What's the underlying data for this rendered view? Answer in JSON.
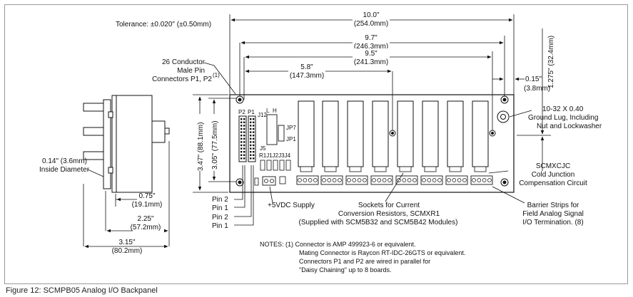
{
  "caption": "Figure 12: SCMPB05 Analog I/O Backpanel",
  "tolerance": "Tolerance: ±0.020\" (±0.50mm)",
  "dimensions": {
    "d_10_0": {
      "in": "10.0\"",
      "mm": "(254.0mm)"
    },
    "d_9_7": {
      "in": "9.7\"",
      "mm": "(246.3mm)"
    },
    "d_9_5": {
      "in": "9.5\"",
      "mm": "(241.3mm)"
    },
    "d_5_8": {
      "in": "5.8\"",
      "mm": "(147.3mm)"
    },
    "d_0_15": {
      "in": "0.15\"",
      "mm": "(3.8mm)"
    },
    "d_1_275": "1.275\" (32.4mm)",
    "d_3_47": "3.47\" (88.1mm)",
    "d_3_05": "3.05\" (77.5mm)",
    "d_0_14": {
      "in": "0.14\" (3.6mm)",
      "desc": "Inside Diameter"
    },
    "d_0_75": {
      "in": "0.75\"",
      "mm": "(19.1mm)"
    },
    "d_2_25": {
      "in": "2.25\"",
      "mm": "(57.2mm)"
    },
    "d_3_15": {
      "in": "3.15\"",
      "mm": "(80.2mm)"
    }
  },
  "labels": {
    "conductor": {
      "l1": "26 Conductor",
      "l2": "Male Pin",
      "l3": "Connectors P1, P2",
      "sup": "(1)"
    },
    "ground_lug": {
      "l1": "10-32 X 0.40",
      "l2": "Ground Lug, Including",
      "l3": "Nut and Lockwasher"
    },
    "cjc": {
      "l1": "SCMXCJC",
      "l2": "Cold Junction",
      "l3": "Compensation Circuit"
    },
    "barrier": {
      "l1": "Barrier Strips for",
      "l2": "Field Analog Signal",
      "l3": "I/O Termination. (8)"
    },
    "sockets": {
      "l1": "Sockets for Current",
      "l2": "Conversion Resistors, SCMXR1",
      "l3": "(Supplied with SCM5B32 and SCM5B42 Modules)"
    },
    "supply": "+5VDC Supply",
    "pins": [
      "Pin 2",
      "Pin 1",
      "Pin 2",
      "Pin 1"
    ],
    "board": {
      "p2": "P2",
      "p1": "P1",
      "j12": "J12",
      "l": "L",
      "h": "H",
      "jp7": "JP7",
      "jp1": "JP1",
      "j5": "J5",
      "jumpers": "R1J1J2J3J4"
    }
  },
  "notes": {
    "head": "NOTES: (1) Connector is AMP 499923-6 or equivalent.",
    "l2": "Mating Connector is Raycon RT-IDC-26GTS or equivalent.",
    "l3": "Connectors P1 and P2 are wired in parallel for",
    "l4": "\"Daisy Chaining\" up to 8 boards."
  }
}
